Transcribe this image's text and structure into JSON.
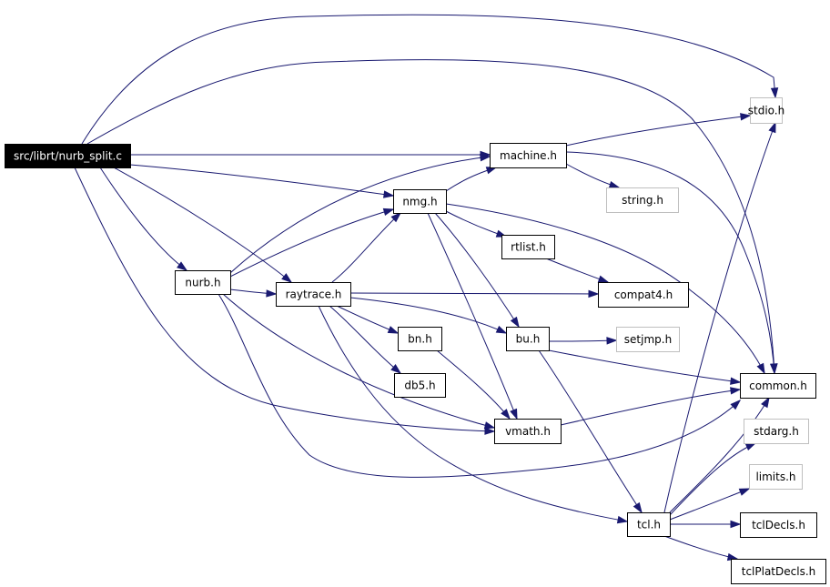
{
  "colors": {
    "edge": "#191970",
    "root_fill": "#000000",
    "root_text": "#ffffff",
    "node_border": "#000000",
    "node_text": "#000000",
    "external_border": "#bfbfbf",
    "background": "#ffffff"
  },
  "nodes": [
    {
      "id": "root",
      "label": "src/librt/nurb_split.c",
      "kind": "root"
    },
    {
      "id": "stdio",
      "label": "stdio.h",
      "kind": "external"
    },
    {
      "id": "machine",
      "label": "machine.h",
      "kind": "internal"
    },
    {
      "id": "string",
      "label": "string.h",
      "kind": "external"
    },
    {
      "id": "nmg",
      "label": "nmg.h",
      "kind": "internal"
    },
    {
      "id": "rtlist",
      "label": "rtlist.h",
      "kind": "internal"
    },
    {
      "id": "nurb",
      "label": "nurb.h",
      "kind": "internal"
    },
    {
      "id": "raytrace",
      "label": "raytrace.h",
      "kind": "internal"
    },
    {
      "id": "compat4",
      "label": "compat4.h",
      "kind": "internal"
    },
    {
      "id": "bn",
      "label": "bn.h",
      "kind": "internal"
    },
    {
      "id": "bu",
      "label": "bu.h",
      "kind": "internal"
    },
    {
      "id": "setjmp",
      "label": "setjmp.h",
      "kind": "external"
    },
    {
      "id": "db5",
      "label": "db5.h",
      "kind": "internal"
    },
    {
      "id": "common",
      "label": "common.h",
      "kind": "internal"
    },
    {
      "id": "vmath",
      "label": "vmath.h",
      "kind": "internal"
    },
    {
      "id": "stdarg",
      "label": "stdarg.h",
      "kind": "external"
    },
    {
      "id": "limits",
      "label": "limits.h",
      "kind": "external"
    },
    {
      "id": "tcl",
      "label": "tcl.h",
      "kind": "internal"
    },
    {
      "id": "tclDecls",
      "label": "tclDecls.h",
      "kind": "internal"
    },
    {
      "id": "tclPlatDecls",
      "label": "tclPlatDecls.h",
      "kind": "internal"
    }
  ],
  "edges": [
    {
      "from": "root",
      "to": "stdio"
    },
    {
      "from": "root",
      "to": "common"
    },
    {
      "from": "root",
      "to": "machine"
    },
    {
      "from": "root",
      "to": "nmg"
    },
    {
      "from": "root",
      "to": "nurb"
    },
    {
      "from": "root",
      "to": "raytrace"
    },
    {
      "from": "root",
      "to": "vmath"
    },
    {
      "from": "machine",
      "to": "stdio"
    },
    {
      "from": "machine",
      "to": "string"
    },
    {
      "from": "machine",
      "to": "common"
    },
    {
      "from": "nmg",
      "to": "machine"
    },
    {
      "from": "nmg",
      "to": "rtlist"
    },
    {
      "from": "nmg",
      "to": "common"
    },
    {
      "from": "nmg",
      "to": "bu"
    },
    {
      "from": "nmg",
      "to": "vmath"
    },
    {
      "from": "rtlist",
      "to": "compat4"
    },
    {
      "from": "nurb",
      "to": "machine"
    },
    {
      "from": "nurb",
      "to": "nmg"
    },
    {
      "from": "nurb",
      "to": "raytrace"
    },
    {
      "from": "nurb",
      "to": "vmath"
    },
    {
      "from": "nurb",
      "to": "common"
    },
    {
      "from": "raytrace",
      "to": "nmg"
    },
    {
      "from": "raytrace",
      "to": "compat4"
    },
    {
      "from": "raytrace",
      "to": "bu"
    },
    {
      "from": "raytrace",
      "to": "bn"
    },
    {
      "from": "raytrace",
      "to": "db5"
    },
    {
      "from": "raytrace",
      "to": "tcl"
    },
    {
      "from": "bn",
      "to": "vmath"
    },
    {
      "from": "bu",
      "to": "setjmp"
    },
    {
      "from": "bu",
      "to": "common"
    },
    {
      "from": "bu",
      "to": "tcl"
    },
    {
      "from": "vmath",
      "to": "common"
    },
    {
      "from": "tcl",
      "to": "stdio"
    },
    {
      "from": "tcl",
      "to": "common"
    },
    {
      "from": "tcl",
      "to": "stdarg"
    },
    {
      "from": "tcl",
      "to": "limits"
    },
    {
      "from": "tcl",
      "to": "tclDecls"
    },
    {
      "from": "tcl",
      "to": "tclPlatDecls"
    }
  ]
}
